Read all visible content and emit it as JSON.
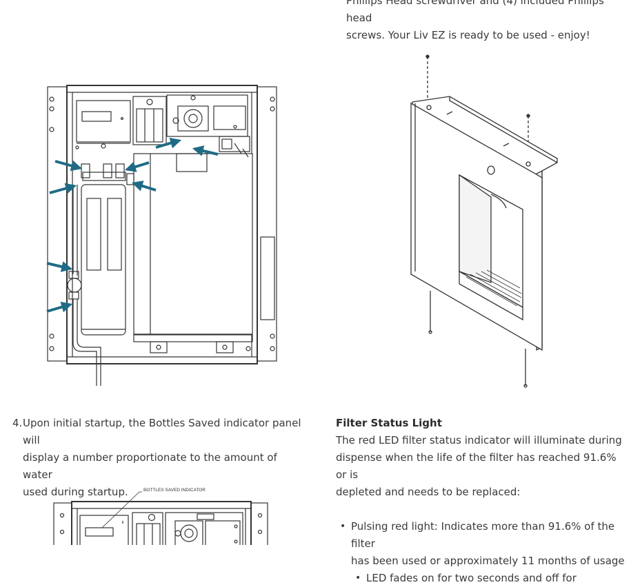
{
  "top_right": {
    "line1": "Phillips Head screwdriver and (4) included Phillips head",
    "line2": "screws. Your Liv EZ is ready to be used - enjoy!"
  },
  "step4": {
    "number": "4.",
    "lines": [
      "Upon initial startup, the Bottles Saved indicator panel will",
      "display a number proportionate to the amount of water",
      "used during startup."
    ]
  },
  "filter_status": {
    "heading": "Filter Status Light",
    "lines": [
      "The red LED filter status indicator will illuminate during",
      "dispense when the life of the filter has reached 91.6% or is",
      "depleted and needs to be replaced:"
    ],
    "bullets": [
      {
        "lines": [
          "Pulsing red light: Indicates more than 91.6% of the filter",
          "has been used or approximately 11 months of usage"
        ]
      }
    ],
    "sub_bullet": "LED fades on for two seconds and off for"
  },
  "figure_bottom": {
    "callout_label": "BOTTLES SAVED INDICATOR"
  },
  "colors": {
    "arrow": "#1f6b86",
    "line_art": "#333333"
  }
}
